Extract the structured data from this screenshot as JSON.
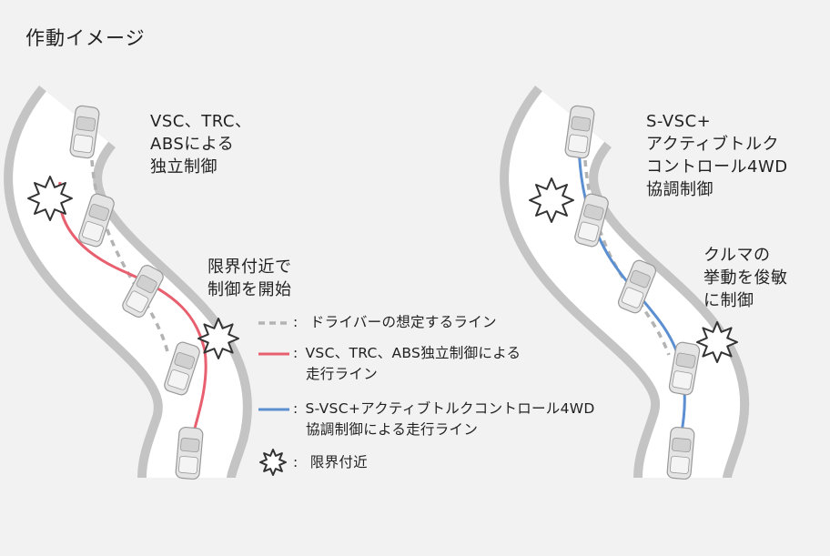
{
  "title": "作動イメージ",
  "left_panel": {
    "label_system": [
      "VSC、TRC、",
      "ABSによる",
      "独立制御"
    ],
    "label_limit": [
      "限界付近で",
      "制御を開始"
    ]
  },
  "right_panel": {
    "label_system": [
      "S-VSC+",
      "アクティブトルク",
      "コントロール4WD",
      "協調制御"
    ],
    "label_behavior": [
      "クルマの",
      "挙動を俊敏",
      "に制御"
    ]
  },
  "legend": [
    {
      "line": "dashed",
      "color": "#b3b3b3",
      "text": [
        "ドライバーの想定するライン"
      ]
    },
    {
      "line": "solid",
      "color": "#e8606f",
      "text": [
        "VSC、TRC、ABS独立制御による",
        "走行ライン"
      ]
    },
    {
      "line": "solid",
      "color": "#5b8fd1",
      "text": [
        "S-VSC+アクティブトルクコントロール4WD",
        "協調制御による走行ライン"
      ]
    },
    {
      "line": "star",
      "color": "#333333",
      "text": [
        "限界付近"
      ]
    }
  ],
  "colors": {
    "background": "#f2f2f2",
    "road_edge": "#c4c4c4",
    "road_surface": "#ffffff",
    "driver_line": "#b3b3b3",
    "independent_line": "#e8606f",
    "coordinated_line": "#5b8fd1",
    "car_body": "#e4e4e4",
    "car_outline": "#999999"
  }
}
